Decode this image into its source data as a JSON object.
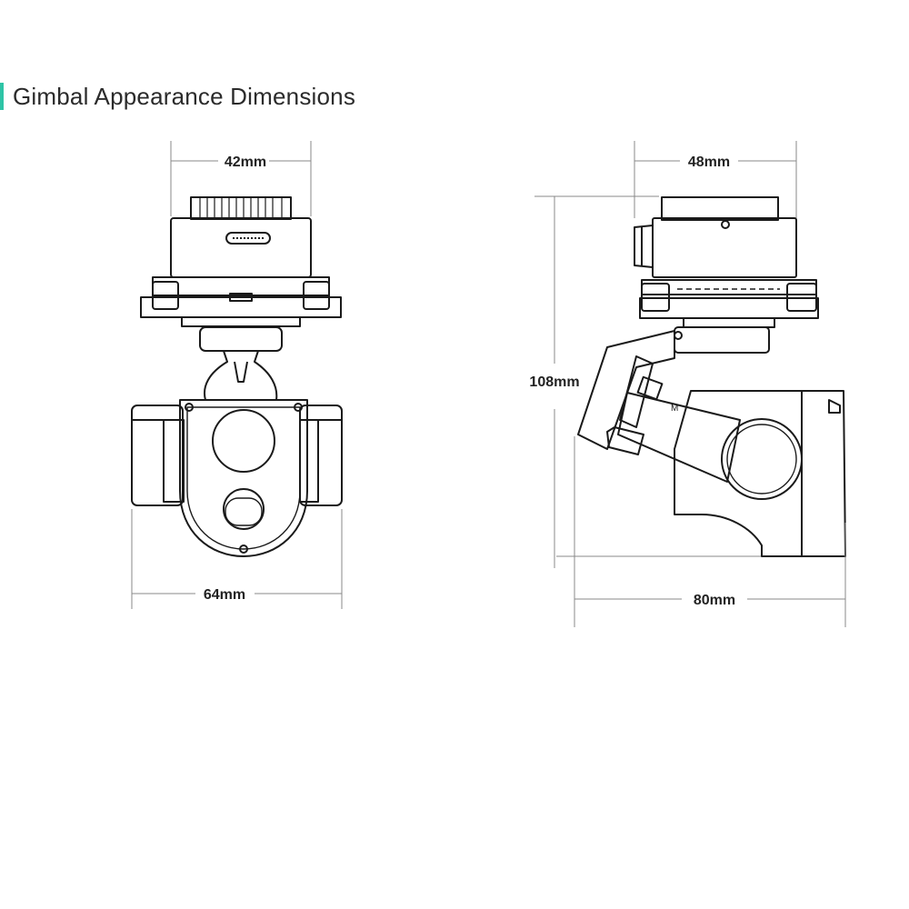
{
  "title": "Gimbal Appearance Dimensions",
  "colors": {
    "accent": "#2ec4a6",
    "line": "#1a1a1a",
    "dimension": "#888888"
  },
  "front_view": {
    "width_top_label": "42mm",
    "width_bottom_label": "64mm"
  },
  "side_view": {
    "width_top_label": "48mm",
    "height_label": "108mm",
    "depth_label": "80mm"
  }
}
